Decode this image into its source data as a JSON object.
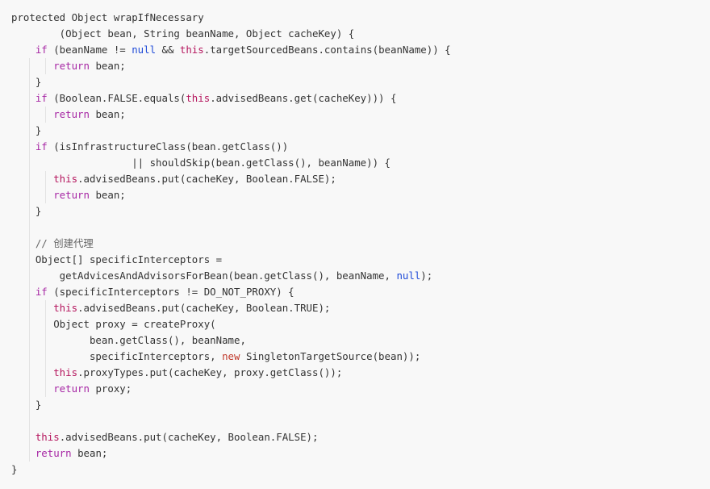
{
  "code": {
    "lines": [
      [
        {
          "t": "protected Object wrapIfNecessary",
          "c": ""
        }
      ],
      [
        {
          "t": "        (Object bean, String beanName, Object cacheKey) {",
          "c": ""
        }
      ],
      [
        {
          "t": "    ",
          "c": ""
        },
        {
          "t": "if",
          "c": "kw-if"
        },
        {
          "t": " (beanName != ",
          "c": ""
        },
        {
          "t": "null",
          "c": "kw-null"
        },
        {
          "t": " && ",
          "c": ""
        },
        {
          "t": "this",
          "c": "kw-this"
        },
        {
          "t": ".targetSourcedBeans.contains(beanName)) {",
          "c": ""
        }
      ],
      [
        {
          "t": "       ",
          "c": ""
        },
        {
          "t": "return",
          "c": "kw-return"
        },
        {
          "t": " bean;",
          "c": ""
        }
      ],
      [
        {
          "t": "    }",
          "c": ""
        }
      ],
      [
        {
          "t": "    ",
          "c": ""
        },
        {
          "t": "if",
          "c": "kw-if"
        },
        {
          "t": " (Boolean.FALSE.equals(",
          "c": ""
        },
        {
          "t": "this",
          "c": "kw-this"
        },
        {
          "t": ".advisedBeans.get(cacheKey))) {",
          "c": ""
        }
      ],
      [
        {
          "t": "       ",
          "c": ""
        },
        {
          "t": "return",
          "c": "kw-return"
        },
        {
          "t": " bean;",
          "c": ""
        }
      ],
      [
        {
          "t": "    }",
          "c": ""
        }
      ],
      [
        {
          "t": "    ",
          "c": ""
        },
        {
          "t": "if",
          "c": "kw-if"
        },
        {
          "t": " (isInfrastructureClass(bean.getClass())",
          "c": ""
        }
      ],
      [
        {
          "t": "                    || shouldSkip(bean.getClass(), beanName)) {",
          "c": ""
        }
      ],
      [
        {
          "t": "       ",
          "c": ""
        },
        {
          "t": "this",
          "c": "kw-this"
        },
        {
          "t": ".advisedBeans.put(cacheKey, Boolean.FALSE);",
          "c": ""
        }
      ],
      [
        {
          "t": "       ",
          "c": ""
        },
        {
          "t": "return",
          "c": "kw-return"
        },
        {
          "t": " bean;",
          "c": ""
        }
      ],
      [
        {
          "t": "    }",
          "c": ""
        }
      ],
      [
        {
          "t": "",
          "c": ""
        }
      ],
      [
        {
          "t": "    ",
          "c": ""
        },
        {
          "t": "// 创建代理",
          "c": "comment"
        }
      ],
      [
        {
          "t": "    Object[] specificInterceptors =",
          "c": ""
        }
      ],
      [
        {
          "t": "        getAdvicesAndAdvisorsForBean(bean.getClass(), beanName, ",
          "c": ""
        },
        {
          "t": "null",
          "c": "kw-null"
        },
        {
          "t": ");",
          "c": ""
        }
      ],
      [
        {
          "t": "    ",
          "c": ""
        },
        {
          "t": "if",
          "c": "kw-if"
        },
        {
          "t": " (specificInterceptors != DO_NOT_PROXY) {",
          "c": ""
        }
      ],
      [
        {
          "t": "       ",
          "c": ""
        },
        {
          "t": "this",
          "c": "kw-this"
        },
        {
          "t": ".advisedBeans.put(cacheKey, Boolean.TRUE);",
          "c": ""
        }
      ],
      [
        {
          "t": "       Object proxy = createProxy(",
          "c": ""
        }
      ],
      [
        {
          "t": "             bean.getClass(), beanName,",
          "c": ""
        }
      ],
      [
        {
          "t": "             specificInterceptors, ",
          "c": ""
        },
        {
          "t": "new",
          "c": "kw-new"
        },
        {
          "t": " SingletonTargetSource(bean));",
          "c": ""
        }
      ],
      [
        {
          "t": "       ",
          "c": ""
        },
        {
          "t": "this",
          "c": "kw-this"
        },
        {
          "t": ".proxyTypes.put(cacheKey, proxy.getClass());",
          "c": ""
        }
      ],
      [
        {
          "t": "       ",
          "c": ""
        },
        {
          "t": "return",
          "c": "kw-return"
        },
        {
          "t": " proxy;",
          "c": ""
        }
      ],
      [
        {
          "t": "    }",
          "c": ""
        }
      ],
      [
        {
          "t": "",
          "c": ""
        }
      ],
      [
        {
          "t": "    ",
          "c": ""
        },
        {
          "t": "this",
          "c": "kw-this"
        },
        {
          "t": ".advisedBeans.put(cacheKey, Boolean.FALSE);",
          "c": ""
        }
      ],
      [
        {
          "t": "    ",
          "c": ""
        },
        {
          "t": "return",
          "c": "kw-return"
        },
        {
          "t": " bean;",
          "c": ""
        }
      ],
      [
        {
          "t": "}",
          "c": ""
        }
      ]
    ]
  },
  "colors": {
    "background": "#f8f8f8",
    "text": "#333333",
    "keyword_this": "#b5165e",
    "keyword_control": "#a626a4",
    "keyword_null": "#1f4bd8",
    "comment": "#666666"
  }
}
